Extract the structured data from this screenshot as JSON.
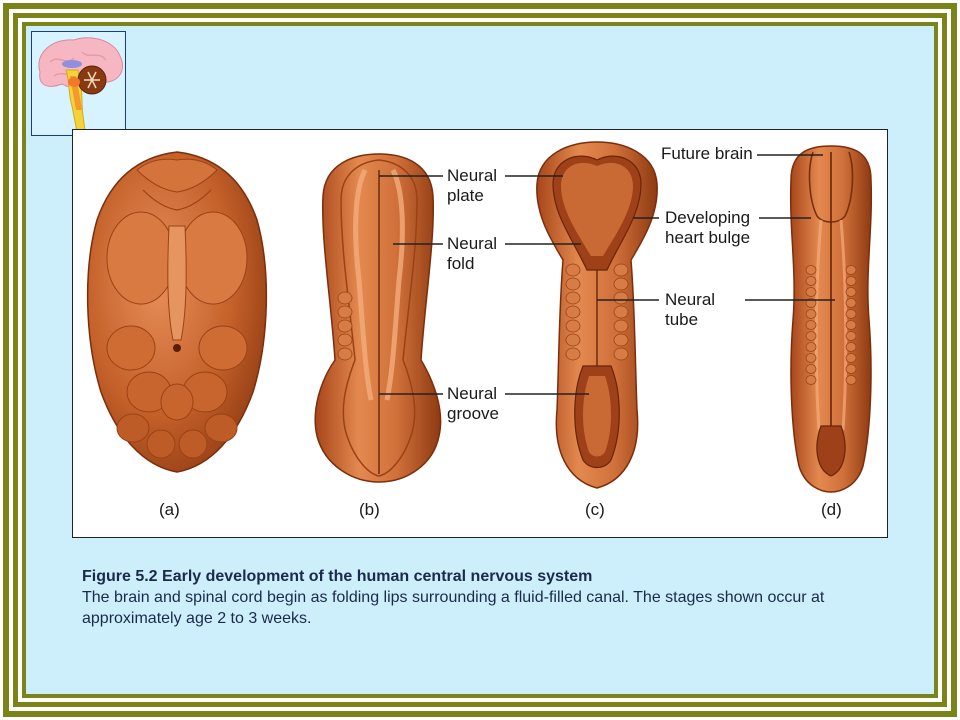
{
  "figure": {
    "labels": {
      "neural_plate": "Neural\nplate",
      "neural_fold": "Neural\nfold",
      "neural_groove": "Neural\ngroove",
      "future_brain": "Future brain",
      "developing_heart_bulge": "Developing\nheart bulge",
      "neural_tube": "Neural\ntube"
    },
    "stages": {
      "a": "(a)",
      "b": "(b)",
      "c": "(c)",
      "d": "(d)"
    }
  },
  "caption": {
    "title": "Figure 5.2  Early development of the human central nervous system",
    "body": "The brain and spinal cord begin as folding lips surrounding a fluid-filled canal. The stages shown occur at approximately age 2 to 3 weeks."
  },
  "colors": {
    "frame": "#7b8418",
    "slide_background": "#cdeefb",
    "tissue": "#c4602a",
    "tissue_dark": "#8e3a12",
    "tissue_light": "#e8905a"
  }
}
